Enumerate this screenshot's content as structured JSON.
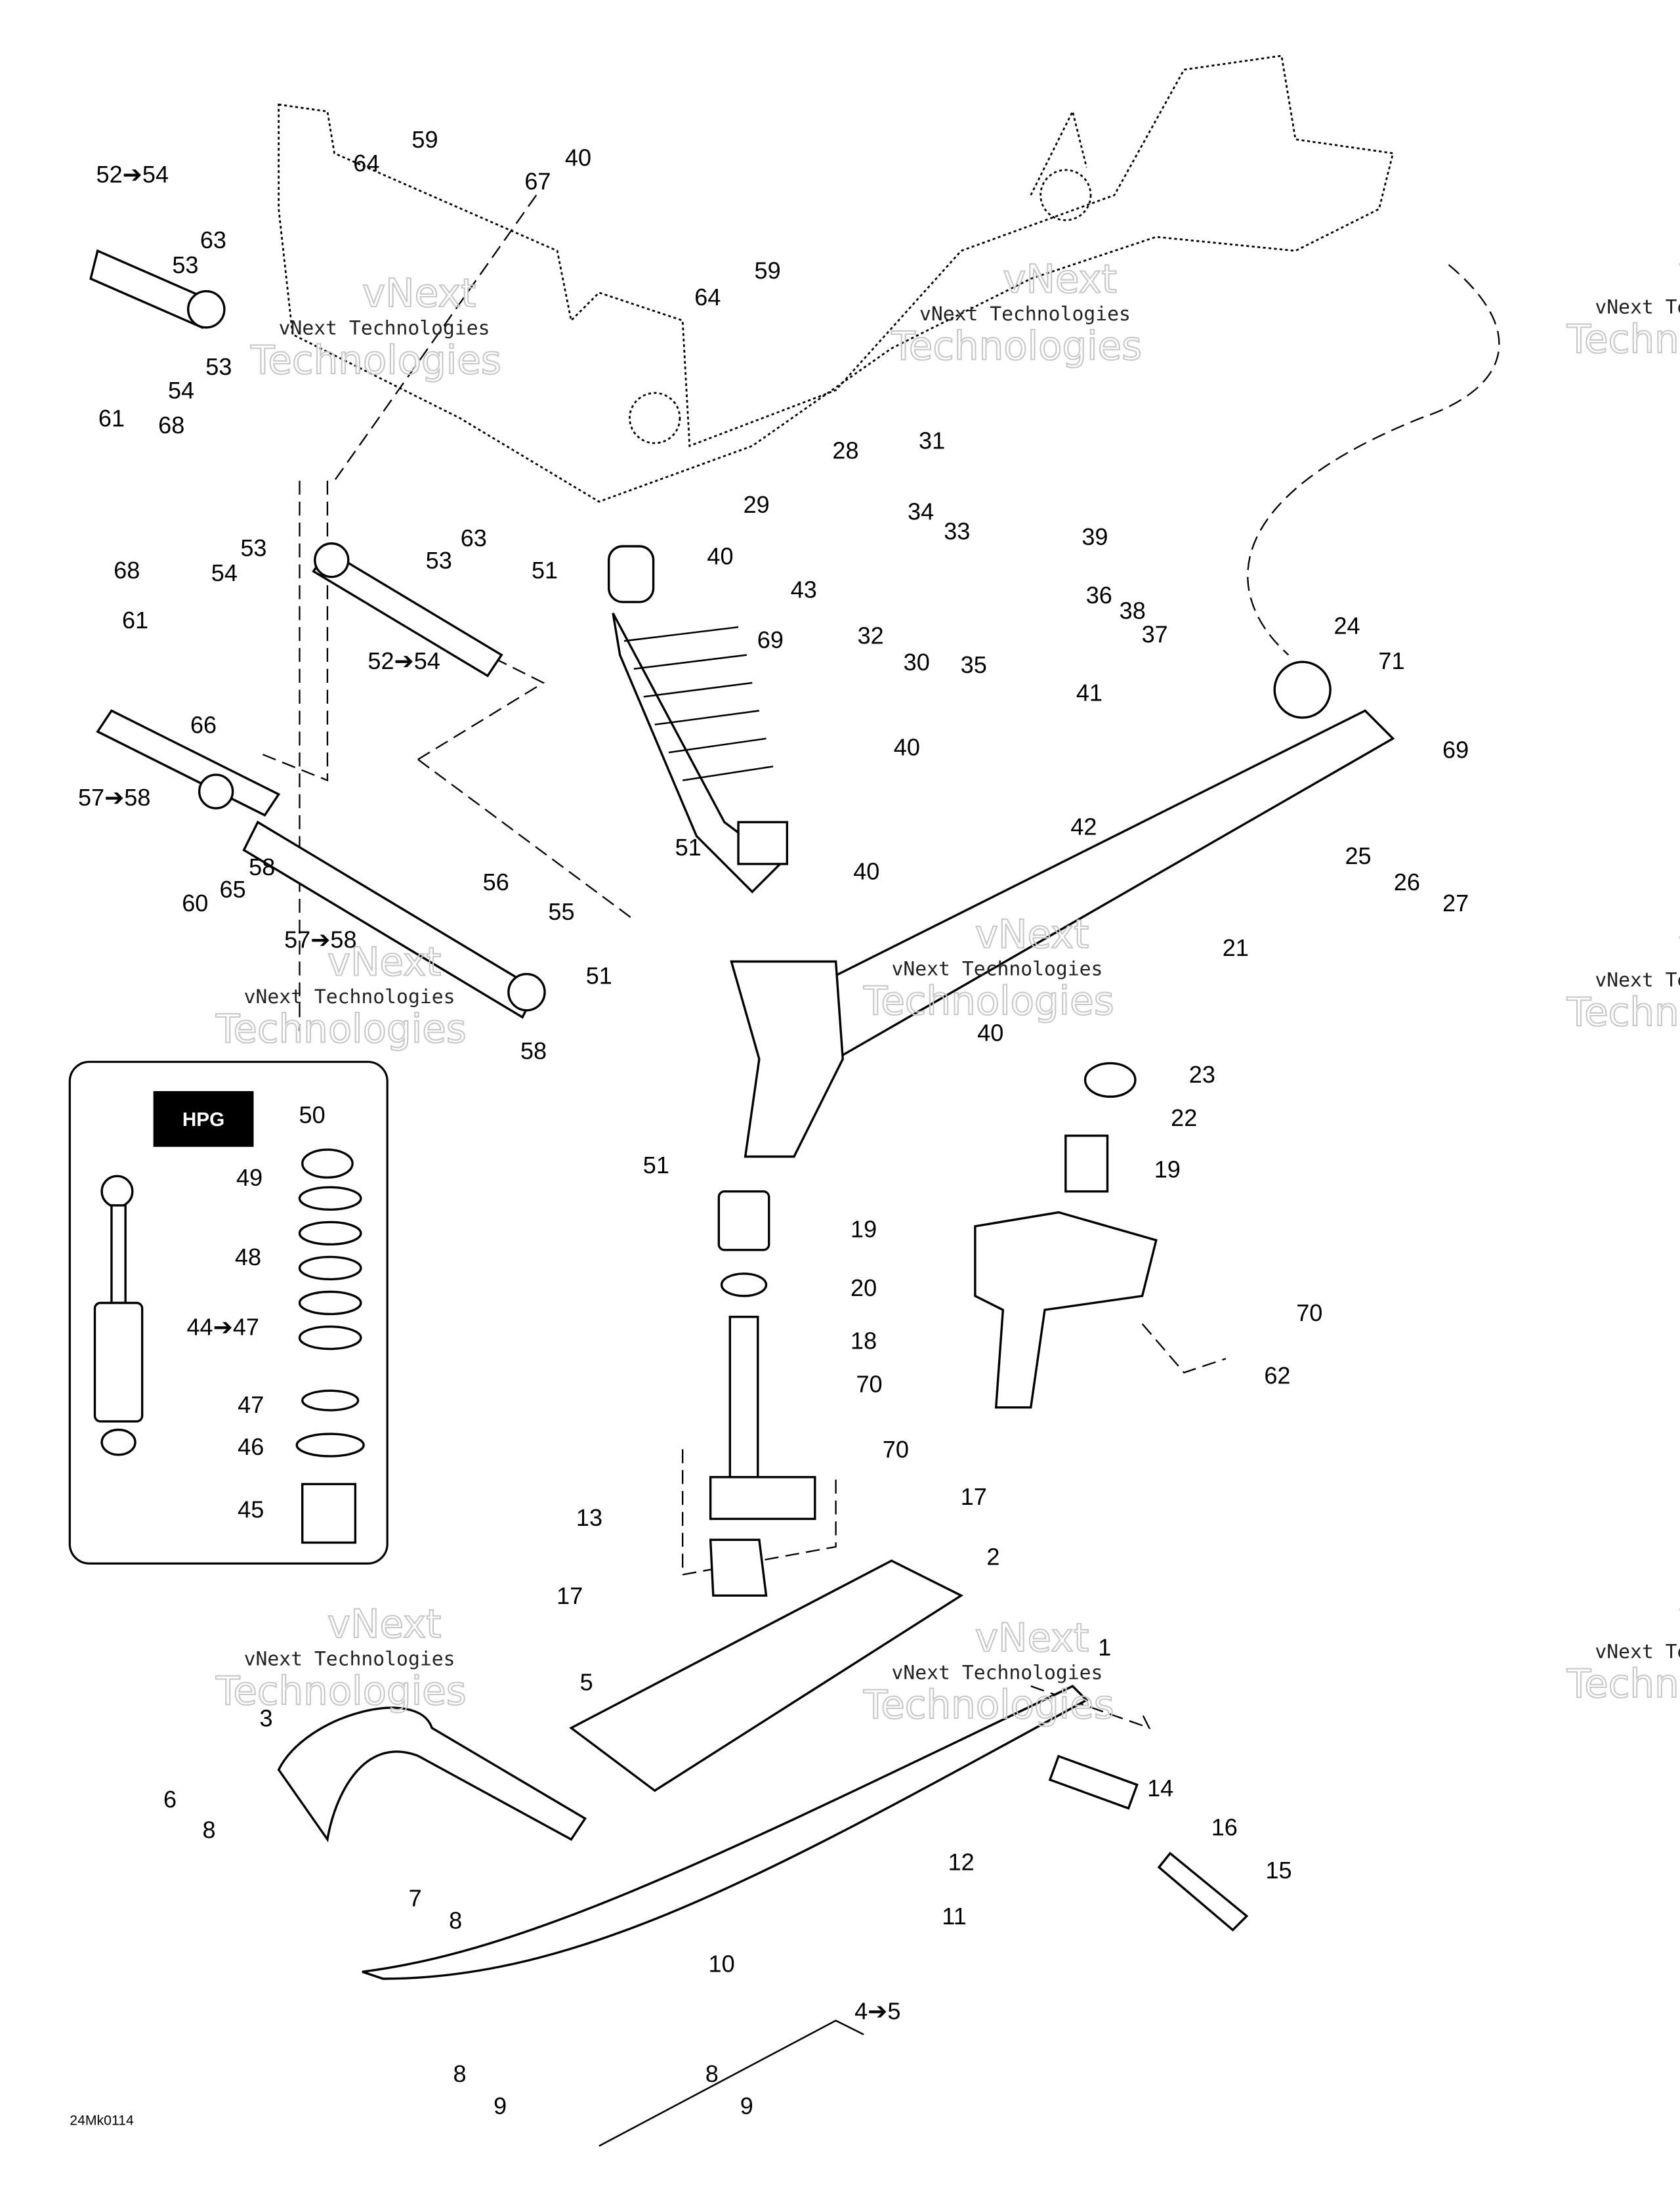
{
  "drawing_code": "24Mk0114",
  "watermark": {
    "line1": "vNext Technologies",
    "big1": "vNext",
    "big2": "Technologies"
  },
  "decal_text": "HPG",
  "callouts": [
    "52➔54",
    "59",
    "64",
    "40",
    "67",
    "63",
    "53",
    "53",
    "54",
    "61",
    "68",
    "64",
    "59",
    "31",
    "28",
    "29",
    "34",
    "33",
    "53",
    "63",
    "53",
    "68",
    "54",
    "61",
    "51",
    "40",
    "43",
    "39",
    "36",
    "38",
    "37",
    "69",
    "32",
    "30",
    "35",
    "52➔54",
    "24",
    "71",
    "66",
    "41",
    "40",
    "69",
    "57➔58",
    "42",
    "25",
    "26",
    "27",
    "56",
    "51",
    "40",
    "55",
    "65",
    "58",
    "60",
    "21",
    "57➔58",
    "51",
    "40",
    "58",
    "23",
    "22",
    "50",
    "49",
    "19",
    "51",
    "48",
    "19",
    "20",
    "44➔47",
    "70",
    "18",
    "70",
    "62",
    "47",
    "46",
    "45",
    "70",
    "17",
    "13",
    "2",
    "17",
    "1",
    "5",
    "3",
    "6",
    "8",
    "14",
    "16",
    "12",
    "15",
    "7",
    "8",
    "11",
    "10",
    "4➔5",
    "8",
    "9",
    "8",
    "9"
  ]
}
